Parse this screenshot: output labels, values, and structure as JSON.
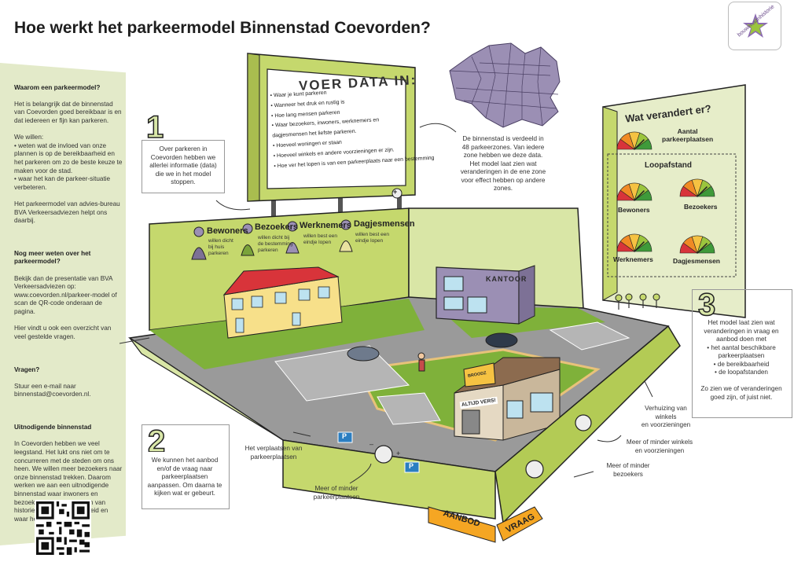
{
  "title": "Hoe werkt het parkeermodel Binnenstad Coevorden?",
  "logo_text": "bouwenaanhistorie",
  "sidebar": {
    "sections": [
      {
        "heading": "Waarom een parkeermodel?",
        "body": "Het is belangrijk dat de binnenstad van Coevorden goed bereikbaar is en dat iedereen er fijn kan parkeren.\n\nWe willen:\n• weten wat de invloed van onze plannen is op de bereikbaarheid en het parkeren om zo de beste keuze te maken voor de stad.\n• waar het kan de parkeer-situatie verbeteren.\n\nHet parkeermodel van advies-bureau BVA Verkeersadviezen helpt ons daarbij."
      },
      {
        "heading": "Nog meer weten over het parkeermodel?",
        "body": "Bekijk dan de presentatie van BVA Verkeersadviezen op: www.coevorden.nl/parkeer-model of scan de QR-code onderaan de pagina.\n\nHier vindt u ook een overzicht van veel gestelde vragen."
      },
      {
        "heading": "Vragen?",
        "body": "Stuur een e-mail naar binnenstad@coevorden.nl."
      },
      {
        "heading": "Uitnodigende binnenstad",
        "body": "In Coevorden hebben we veel leegstand. Het lukt ons niet om te concurreren met de steden om ons heen. We willen meer bezoekers naar onze binnenstad trekken. Daarom werken we aan een uitnodigende binnenstad waar inwoners en bezoekers kunnen genieten van historie, water en gezelligheid en waar het fijn wonen is."
      }
    ]
  },
  "step1": {
    "number": "1",
    "text": "Over parkeren in Coevorden hebben we allerlei informatie (data) die we in het model stoppen."
  },
  "poster": {
    "title": "VOER DATA IN:",
    "items": [
      "• Waar je kunt parkeren",
      "• Wanneer het druk en rustig is",
      "• Hoe lang mensen parkeren",
      "• Waar bezoekers, inwoners, werknemers en",
      "  dagjesmensen het liefste parkeren.",
      "• Hoeveel woningen er staan",
      "• Hoeveel winkels en andere voorzieningen er zijn.",
      "• Hoe ver het lopen is van een parkeerplaats naar een bestemming"
    ],
    "plus": "+"
  },
  "map_text": "De binnenstad is verdeeld in 48 parkeerzones. Van iedere zone hebben we deze data. Het model laat zien wat veranderingen in de ene zone voor effect hebben op andere zones.",
  "board": {
    "title": "Wat verandert er?",
    "top_label": "Aantal\nparkeerplaatsen",
    "section": "Loopafstand",
    "gauges": [
      "Bewoners",
      "Bezoekers",
      "Werknemers",
      "Dagjesmensen"
    ]
  },
  "legend": [
    {
      "name": "Bewoners",
      "desc": "willen dicht\nbij huis\nparkeren"
    },
    {
      "name": "Bezoekers",
      "desc": "willen dicht bij\nde bestemming\nparkeren"
    },
    {
      "name": "Werknemers",
      "desc": "willen best een\neindje lopen"
    },
    {
      "name": "Dagjesmensen",
      "desc": "willen best een\neindje lopen"
    }
  ],
  "buildings": {
    "office_sign": "KANTOOR",
    "shop_sign": "ALTIJD VERS!",
    "bakery_sign": "BROODZ"
  },
  "step2": {
    "number": "2",
    "text": "We kunnen het aanbod en/of de vraag naar parkeerplaatsen aanpassen. Om daarna te kijken wat er gebeurt."
  },
  "step3": {
    "number": "3",
    "text": "Het model laat zien wat veranderingen in vraag en aanbod doen met\n• het aantal beschikbare parkeerplaatsen\n• de bereikbaarheid\n• de loopafstanden\n\nZo zien we of veranderingen goed zijn, of juist niet."
  },
  "annotations": {
    "verplaatsen": "Het verplaatsen van\nparkeerplaatsen",
    "meer_minder_pp": "Meer of minder\nparkeerplaatsen",
    "verhuizing": "Verhuizing van\nwinkels\nen voorzieningen",
    "meer_winkels": "Meer of minder winkels\nen voorzieningen",
    "meer_bezoekers": "Meer of minder\nbezoekers"
  },
  "controls": {
    "parking_sign": "P",
    "minus": "–",
    "plus": "+"
  },
  "tags": {
    "aanbod": "AANBOD",
    "vraag": "VRAAG"
  },
  "colors": {
    "accent_green": "#c5d86d",
    "sidebar_bg": "#e3eac9",
    "tag_orange": "#f5a623",
    "purple": "#9b8fb4"
  }
}
